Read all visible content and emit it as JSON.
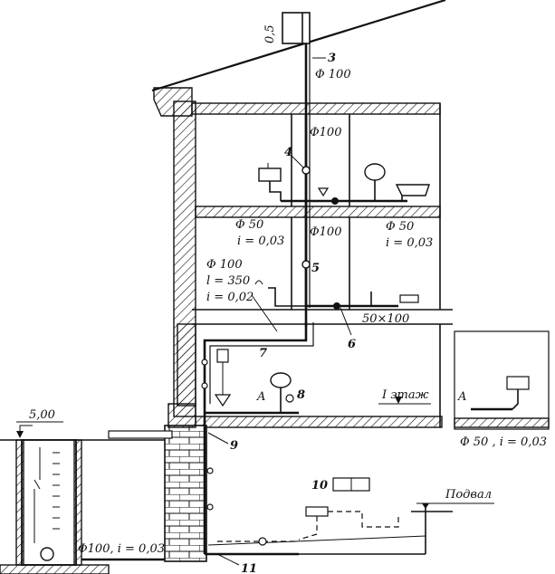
{
  "labels": {
    "vent_height": "0,5",
    "phi100_top": "Φ 100",
    "phi100_floor2": "Φ100",
    "phi100_floor1": "Φ100",
    "phi50_left_d": "Φ 50",
    "phi50_left_i": "i = 0,03",
    "phi50_right_d": "Φ 50",
    "phi50_right_i": "i = 0,03",
    "outlet_d": "Φ 100",
    "outlet_l": "l = 350",
    "outlet_i": "i = 0,02",
    "fitting": "50×100",
    "floor_label": "I этаж",
    "basement_label": "Подвал",
    "ground_mark": "5,00",
    "yard_pipe": "Φ100, i = 0,03",
    "section_a1": "A",
    "section_a2": "A",
    "detail_pipe": "Φ 50 , i = 0,03"
  },
  "numbers": {
    "n3": "3",
    "n4": "4",
    "n5": "5",
    "n6": "6",
    "n7": "7",
    "n8": "8",
    "n9": "9",
    "n10": "10",
    "n11": "11"
  }
}
